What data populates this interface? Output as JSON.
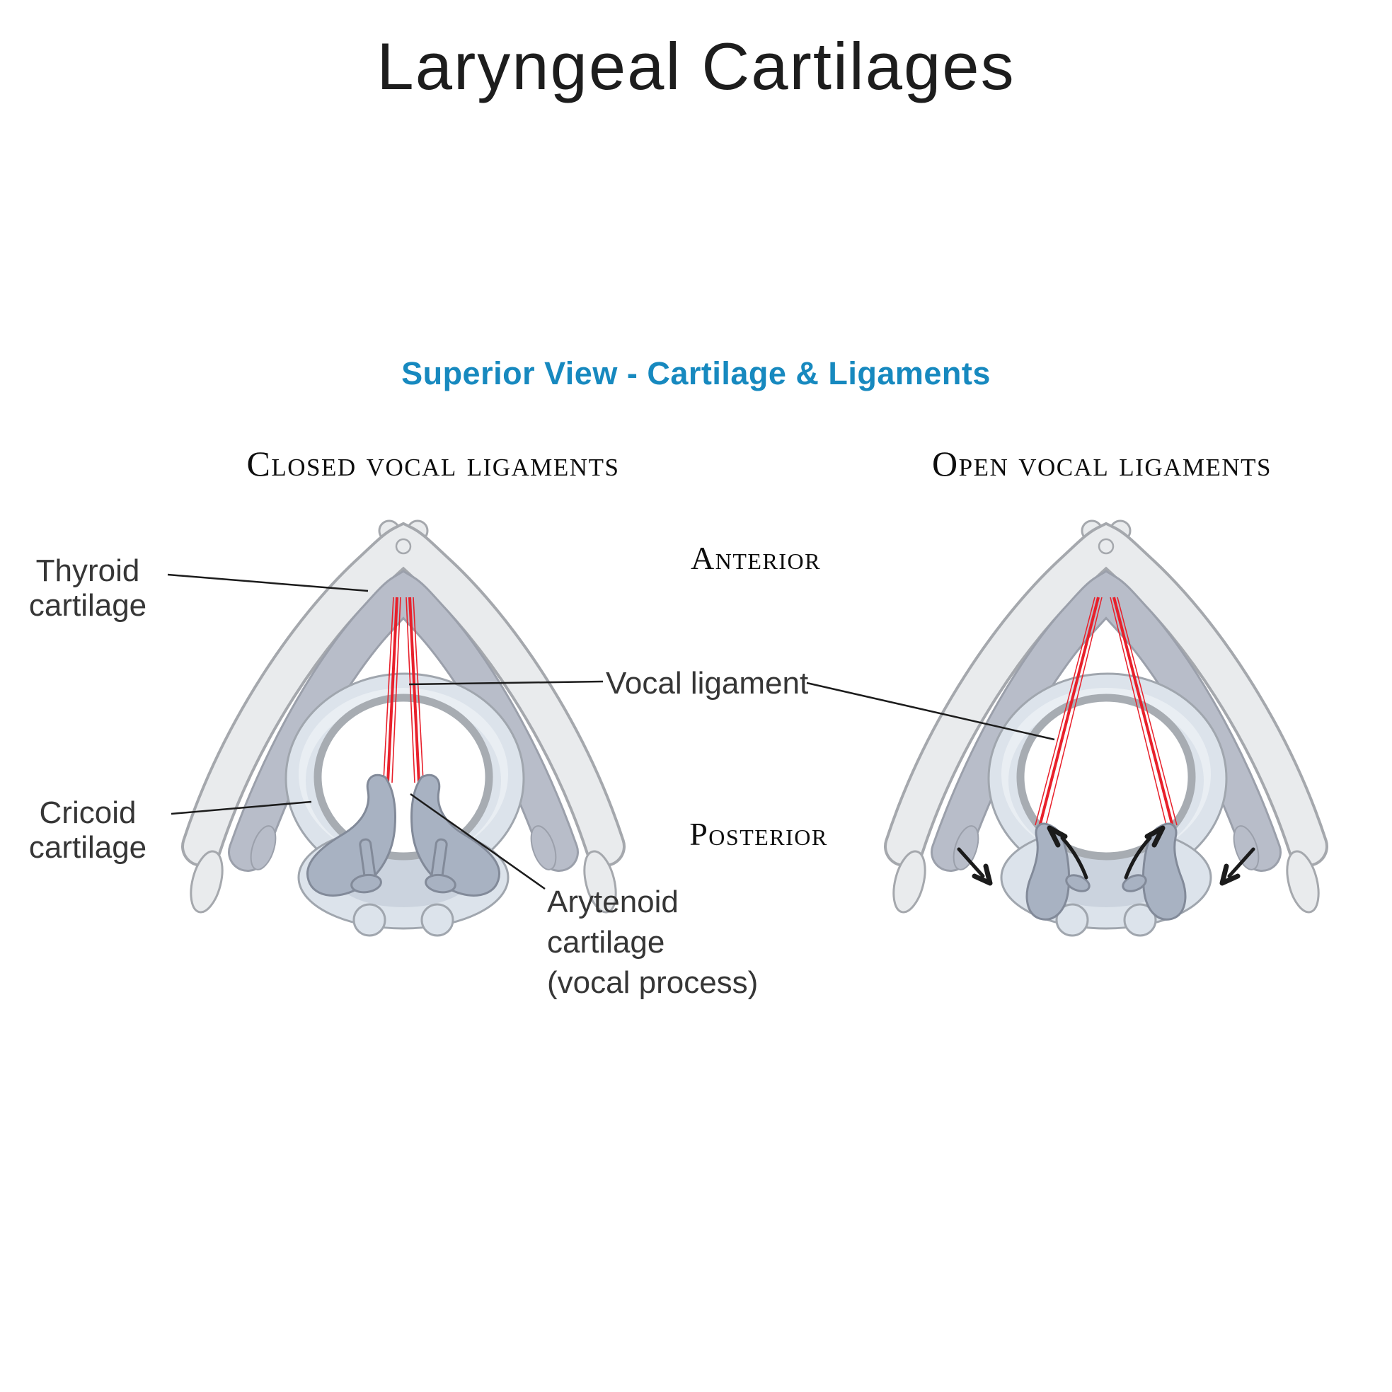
{
  "title": "Laryngeal Cartilages",
  "subtitle": "Superior View - Cartilage & Ligaments",
  "panels": {
    "closed": {
      "heading": "Closed vocal ligaments"
    },
    "open": {
      "heading": "Open vocal ligaments"
    }
  },
  "orientation_labels": {
    "anterior": "Anterior",
    "posterior": "Posterior"
  },
  "annotations": {
    "thyroid": {
      "line1": "Thyroid",
      "line2": "cartilage"
    },
    "cricoid": {
      "line1": "Cricoid",
      "line2": "cartilage"
    },
    "vocal": {
      "text": "Vocal ligament"
    },
    "arytenoid": {
      "line1": "Arytenoid",
      "line2": "cartilage",
      "line3": "(vocal process)"
    }
  },
  "colors": {
    "subtitle_blue": "#1789BF",
    "ligament_red": "#E8202B",
    "thyroid_outer_fill": "#E9EBED",
    "thyroid_outer_outline": "#A5A8AD",
    "thyroid_inner_band_fill": "#B8BDC9",
    "thyroid_inner_band_outline": "#9BA0AB",
    "cricoid_body": "#DCE3EB",
    "cricoid_highlight": "#E9EEF3",
    "cricoid_shade": "#CBD3DE",
    "airway_rim_gray": "#A7ACB2",
    "arytenoid_fill": "#A8B2C2",
    "arytenoid_outline": "#828A99",
    "outline_gray": "#A0A6AE",
    "label_text": "#363636",
    "arrow_black": "#1B1B1B",
    "leader_line": "#1C1C1C"
  }
}
